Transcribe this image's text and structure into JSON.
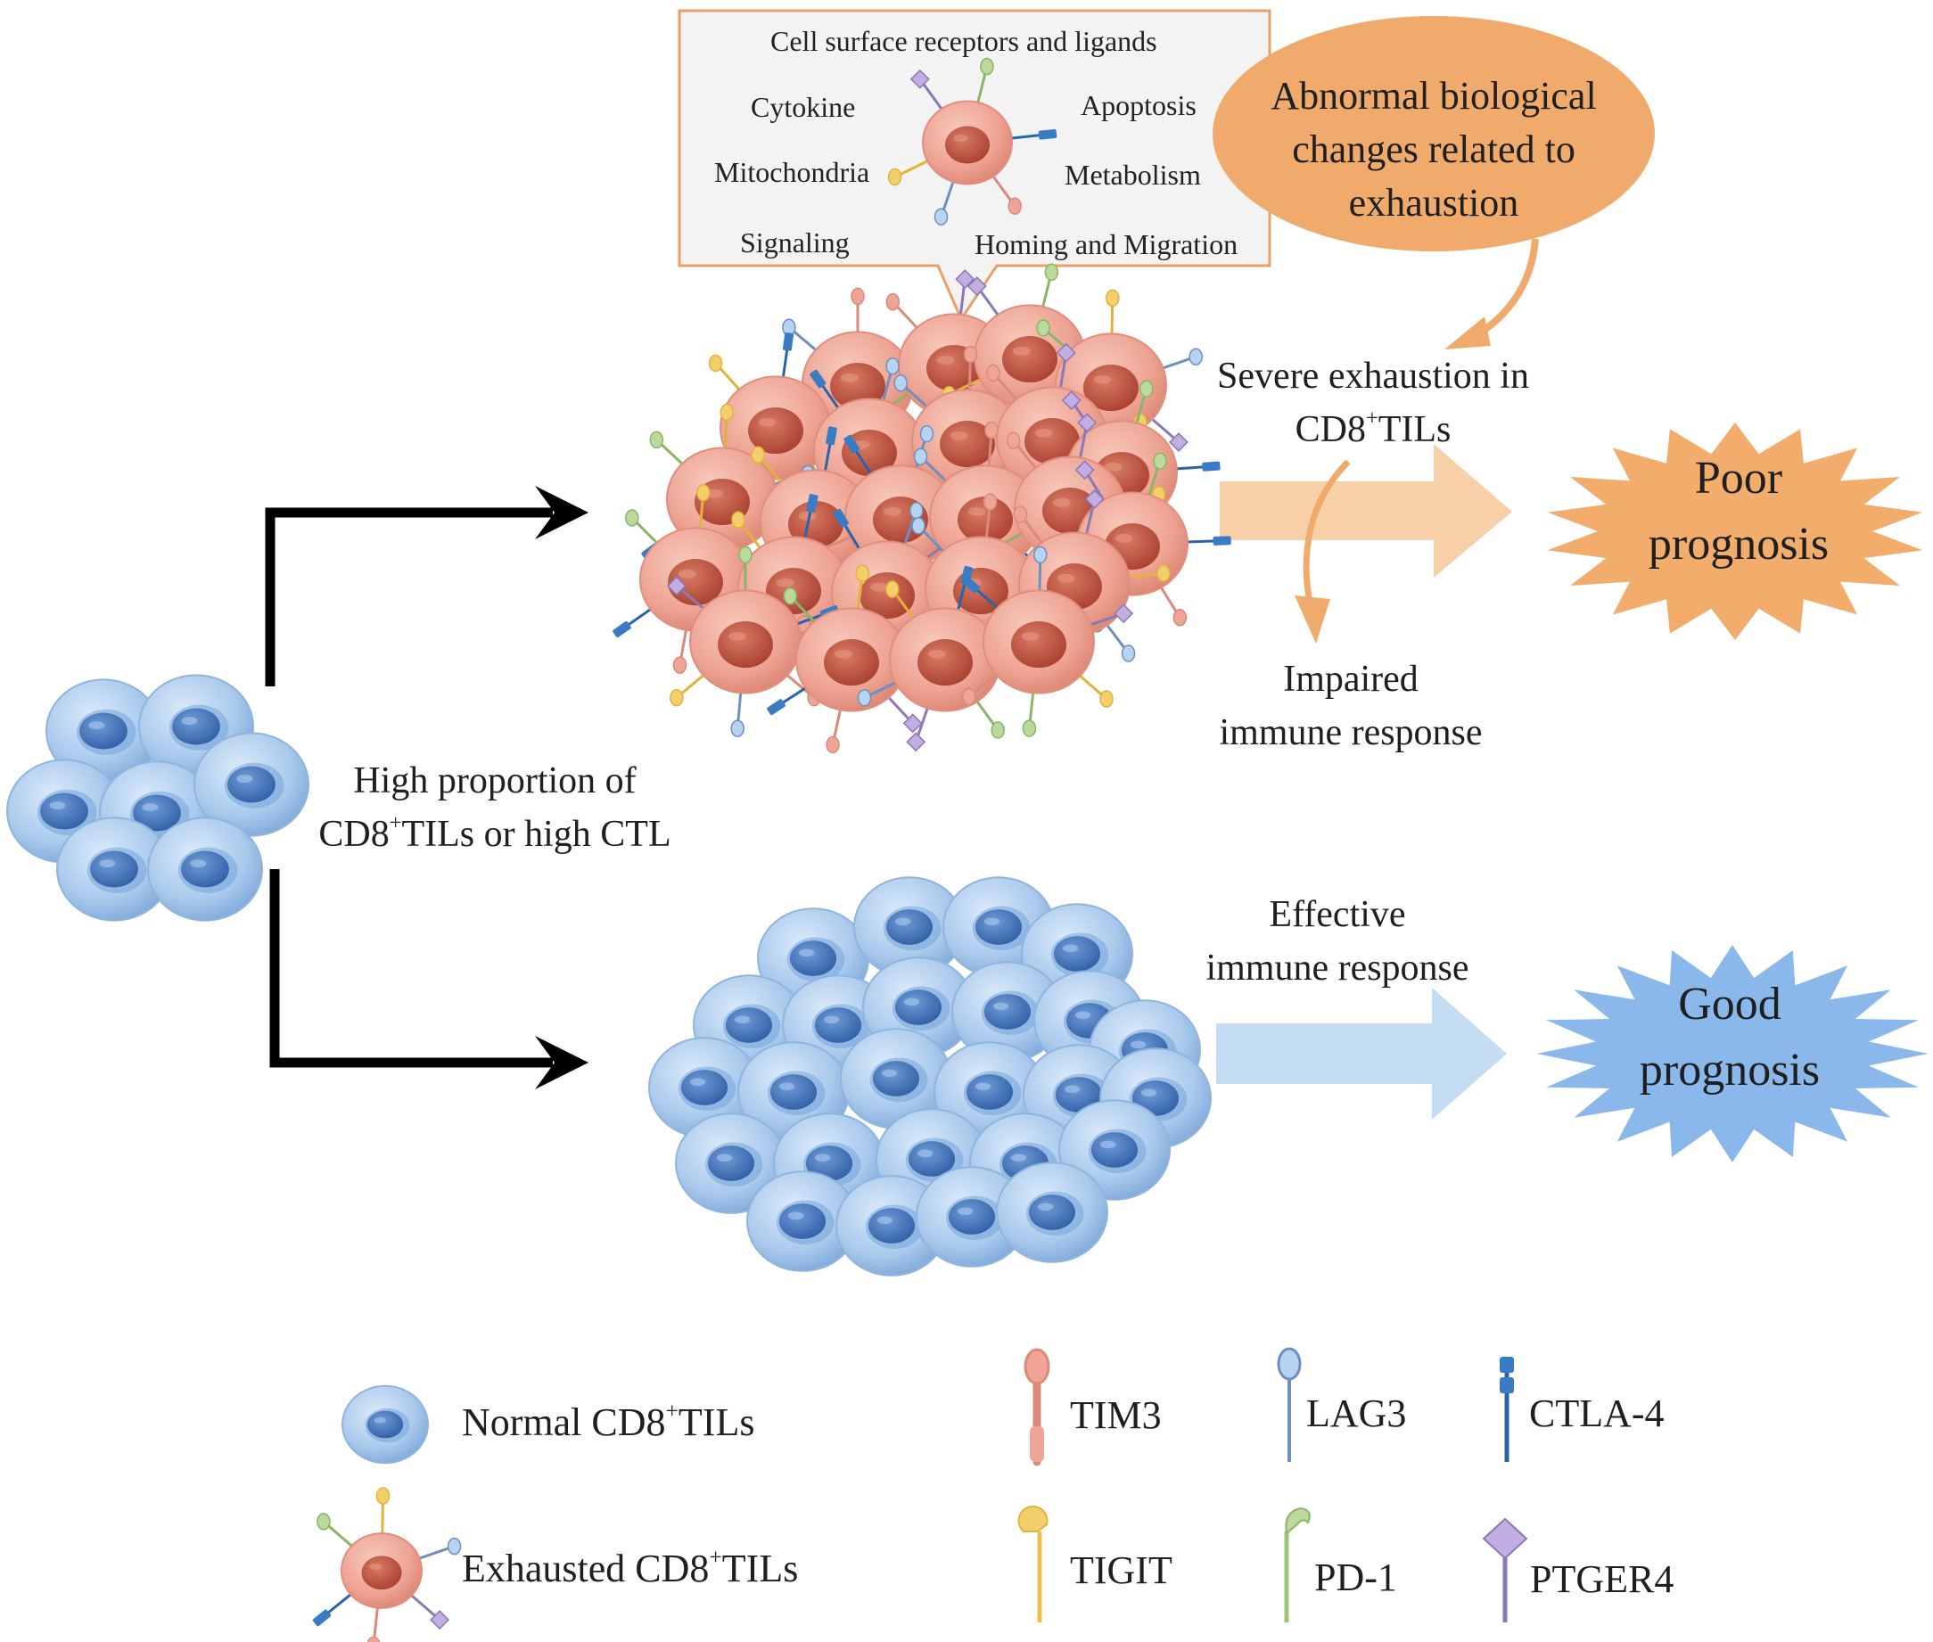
{
  "callout": {
    "title": "Cell surface receptors and ligands",
    "cytokine": "Cytokine",
    "apoptosis": "Apoptosis",
    "mitochondria": "Mitochondria",
    "metabolism": "Metabolism",
    "signaling": "Signaling",
    "homing": "Homing and Migration"
  },
  "bubble": {
    "line1": "Abnormal biological",
    "line2": "changes related to",
    "line3": "exhaustion"
  },
  "severe": {
    "line1": "Severe exhaustion in",
    "line2_pre": "CD8",
    "line2_sup": "+",
    "line2_post": "TILs"
  },
  "impaired": {
    "line1": "Impaired",
    "line2": "immune response"
  },
  "effective": {
    "line1": "Effective",
    "line2": "immune response"
  },
  "high_prop": {
    "line1": "High proportion of",
    "line2_pre": "CD8",
    "line2_sup": "+",
    "line2_post": "TILs or high CTL"
  },
  "poor": {
    "line1": "Poor",
    "line2": "prognosis"
  },
  "good": {
    "line1": "Good",
    "line2": "prognosis"
  },
  "legend": {
    "normal_pre": "Normal CD8",
    "normal_sup": "+",
    "normal_post": "TILs",
    "exhausted_pre": "Exhausted CD8",
    "exhausted_sup": "+",
    "exhausted_post": "TILs",
    "tim3": "TIM3",
    "lag3": "LAG3",
    "ctla4": "CTLA-4",
    "tigit": "TIGIT",
    "pd1": "PD-1",
    "ptger4": "PTGER4"
  },
  "colors": {
    "normal_cell": "#a9c9ec",
    "normal_nucleus": "#3d6fb6",
    "exhausted_cell": "#eea393",
    "exhausted_nucleus": "#c0523f",
    "orange_accent": "#f0ab6c",
    "poor_star": "#f2ac6c",
    "good_star": "#8ab8ea",
    "blue_arrow": "#c5ddf3",
    "orange_arrow": "#f7cda4"
  }
}
